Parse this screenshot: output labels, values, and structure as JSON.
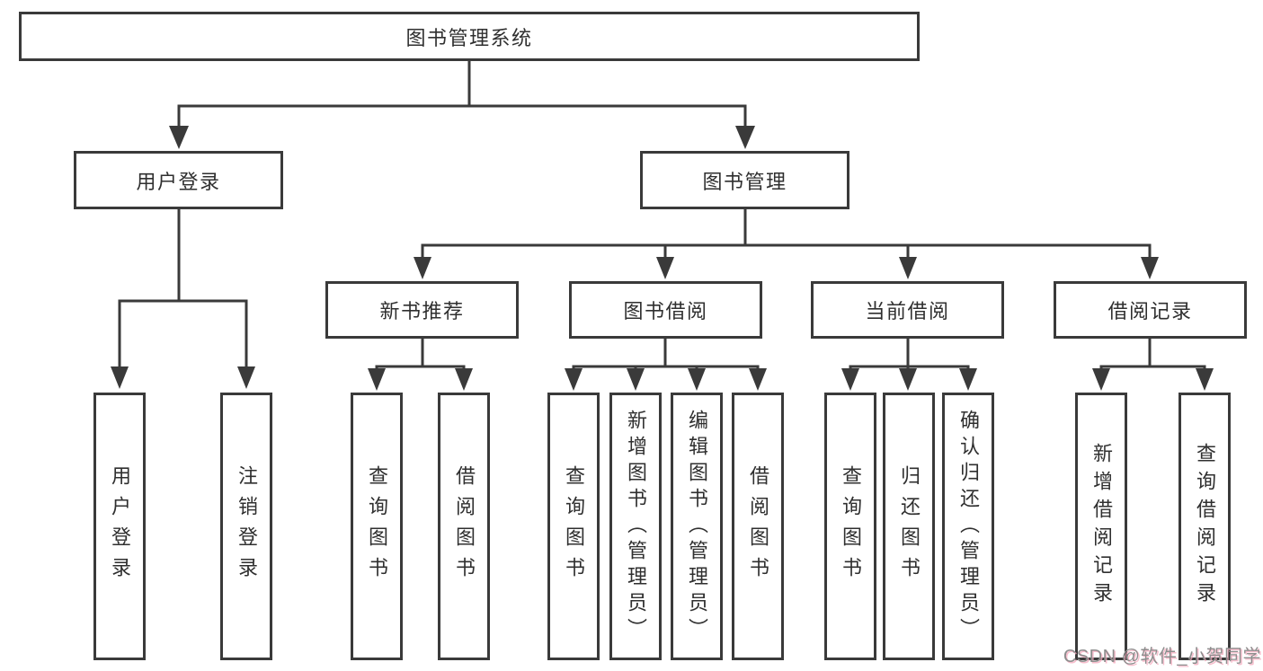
{
  "diagram": {
    "root": {
      "label": "图书管理系统"
    },
    "branches": [
      {
        "label": "用户登录",
        "children": [
          {
            "label": "用户登录"
          },
          {
            "label": "注销登录"
          }
        ]
      },
      {
        "label": "图书管理",
        "children": [
          {
            "label": "新书推荐",
            "children": [
              {
                "label": "查询图书"
              },
              {
                "label": "借阅图书"
              }
            ]
          },
          {
            "label": "图书借阅",
            "children": [
              {
                "label": "查询图书"
              },
              {
                "label": "新增图书（管理员）"
              },
              {
                "label": "编辑图书（管理员）"
              },
              {
                "label": "借阅图书"
              }
            ]
          },
          {
            "label": "当前借阅",
            "children": [
              {
                "label": "查询图书"
              },
              {
                "label": "归还图书"
              },
              {
                "label": "确认归还（管理员）"
              }
            ]
          },
          {
            "label": "借阅记录",
            "children": [
              {
                "label": "新增借阅记录"
              },
              {
                "label": "查询借阅记录"
              }
            ]
          }
        ]
      }
    ]
  },
  "watermark": {
    "text": "CSDN @软件_小贺同学"
  },
  "colors": {
    "line": "#3a3a3a",
    "box_border": "#3a3a3a",
    "text": "#2f2f2f",
    "background": "#ffffff",
    "watermark_gray": "#8d8d8d",
    "watermark_pink": "#f5a8bc"
  }
}
